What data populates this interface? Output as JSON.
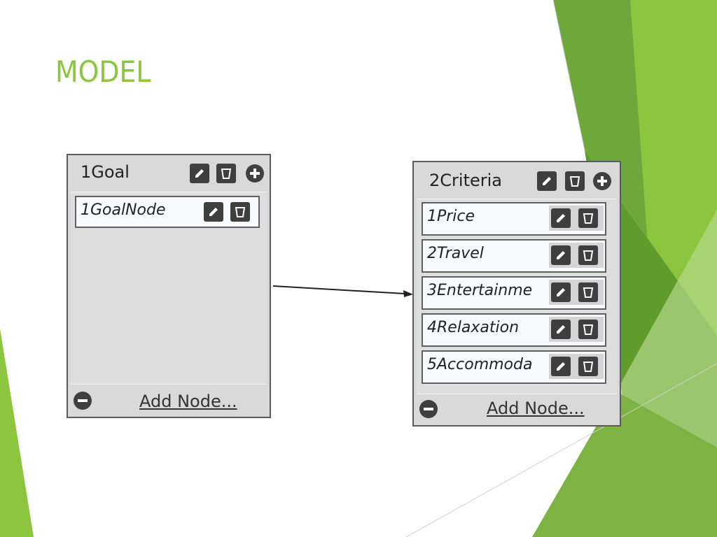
{
  "slide": {
    "title": "MODEL"
  },
  "panels": [
    {
      "header": "1Goal",
      "nodes": [
        {
          "label": "1GoalNode"
        }
      ],
      "add_node_label": "Add Node..."
    },
    {
      "header": "2Criteria",
      "nodes": [
        {
          "label": "1Price"
        },
        {
          "label": "2Travel"
        },
        {
          "label": "3Entertainme"
        },
        {
          "label": "4Relaxation"
        },
        {
          "label": "5Accommoda"
        }
      ],
      "add_node_label": "Add Node..."
    }
  ],
  "colors": {
    "title": "#8cc63e",
    "accent_green": "#7cb342",
    "accent_dark_green": "#5f9c2b",
    "panel_bg": "#d9d9d9",
    "button_bg": "#3f3f3f"
  },
  "icons": {
    "edit": "pencil-icon",
    "delete": "trash-icon",
    "add": "plus-icon",
    "collapse": "minus-circle-icon"
  }
}
